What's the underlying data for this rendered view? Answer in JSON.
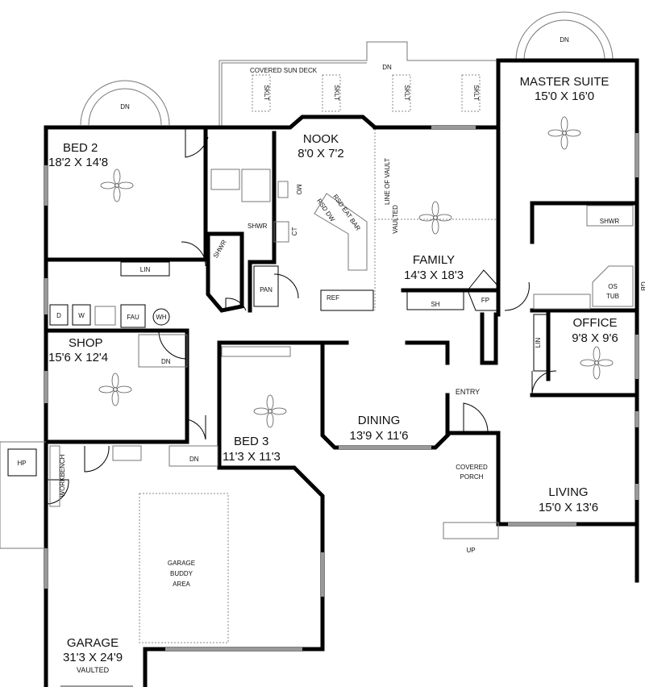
{
  "rooms": {
    "sun_deck": {
      "name": "COVERED SUN DECK"
    },
    "master": {
      "name": "MASTER SUITE",
      "dims": "15'0 X 16'0"
    },
    "bed2": {
      "name": "BED 2",
      "dims": "18'2 X 14'8"
    },
    "nook": {
      "name": "NOOK",
      "dims": "8'0 X 7'2"
    },
    "family": {
      "name": "FAMILY",
      "dims": "14'3 X 18'3"
    },
    "office": {
      "name": "OFFICE",
      "dims": "9'8 X 9'6"
    },
    "shop": {
      "name": "SHOP",
      "dims": "15'6 X 12'4"
    },
    "bed3": {
      "name": "BED 3",
      "dims": "11'3 X 11'3"
    },
    "dining": {
      "name": "DINING",
      "dims": "13'9 X 11'6"
    },
    "entry": {
      "name": "ENTRY"
    },
    "porch": {
      "line1": "COVERED",
      "line2": "PORCH"
    },
    "living": {
      "name": "LIVING",
      "dims": "15'0 X 13'6"
    },
    "garage": {
      "name": "GARAGE",
      "dims": "31'3 X 24'9",
      "note": "VAULTED"
    },
    "buddy": {
      "line1": "GARAGE",
      "line2": "BUDDY",
      "line3": "AREA"
    }
  },
  "labels": {
    "dn": "DN",
    "up": "UP",
    "sklt": "SKLT",
    "shwr": "SHWR",
    "lin": "LIN",
    "mo": "MO",
    "ct": "CT",
    "rsd_eat_bar": "RSD EAT BAR",
    "rsd_dw": "RSD DW",
    "pan": "PAN",
    "ref": "REF",
    "sh": "SH",
    "fp": "FP",
    "line_of_vault": "LINE OF VAULT",
    "vaulted": "VAULTED",
    "os_tub_1": "OS",
    "os_tub_2": "TUB",
    "gb": "GB",
    "d": "D",
    "w": "W",
    "fau": "FAU",
    "wh": "WH",
    "hp": "HP",
    "workbench": "WORKBENCH"
  }
}
